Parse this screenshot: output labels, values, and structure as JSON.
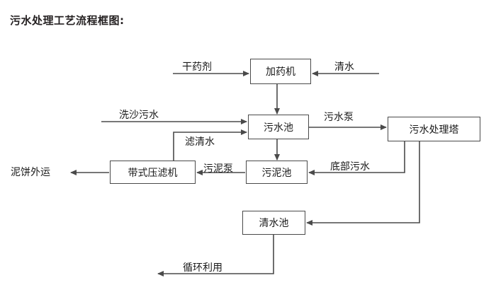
{
  "title": "污水处理工艺流程框图:",
  "nodes": {
    "dosing_machine": "加药机",
    "wastewater_pool": "污水池",
    "treatment_tower": "污水处理塔",
    "belt_filter_press": "带式压滤机",
    "sludge_pool": "污泥池",
    "clearwater_pool": "清水池"
  },
  "edge_labels": {
    "dry_chemical": "干药剂",
    "clean_water": "清水",
    "sand_wash_wastewater": "洗沙污水",
    "filtered_clear_water": "滤清水",
    "wastewater_pump": "污水泵",
    "sludge_pump": "污泥泵",
    "bottom_wastewater": "底部污水",
    "mud_cake_out": "泥饼外运",
    "recycle_reuse": "循环利用"
  },
  "colors": {
    "line": "#4a4a4a",
    "text": "#1a1a1a",
    "title": "#231f20",
    "background": "#ffffff"
  }
}
